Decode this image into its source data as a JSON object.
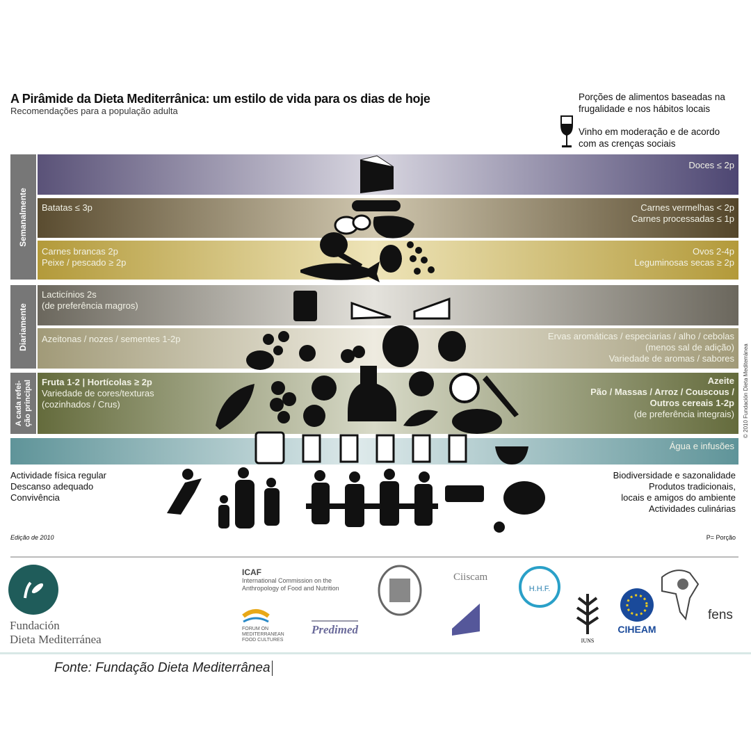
{
  "header": {
    "title": "A Pirâmide da Dieta Mediterrânica: um estilo de vida para os dias de hoje",
    "subtitle": "Recomendações para a população adulta",
    "note1": [
      "Porções de alimentos baseadas na",
      "frugalidade e nos hábitos locais"
    ],
    "note2": [
      "Vinho em moderação e de acordo",
      "com as crenças sociais"
    ]
  },
  "side_labels": {
    "weekly": "Semanalmente",
    "daily": "Diariamente",
    "meal": [
      "A cada refei-",
      "ção principal"
    ]
  },
  "bands": {
    "doces": {
      "right": "Doces ≤ 2p"
    },
    "carnes_verm": {
      "left": "Batatas ≤ 3p",
      "right": [
        "Carnes vermelhas < 2p",
        "Carnes processadas ≤ 1p"
      ]
    },
    "carnes_brancas": {
      "left": [
        "Carnes brancas 2p",
        "Peixe / pescado ≥ 2p"
      ],
      "right": [
        "Ovos 2-4p",
        "Leguminosas secas ≥ 2p"
      ]
    },
    "lacticinios": {
      "left": [
        "Lacticínios 2s",
        "(de preferência magros)"
      ]
    },
    "azeitonas": {
      "left": "Azeitonas / nozes / sementes 1-2p",
      "right": [
        "Ervas aromáticas / especiarias / alho / cebolas",
        "(menos sal de adição)",
        "Variedade de aromas / sabores"
      ]
    },
    "fruta": {
      "left": [
        "Fruta 1-2 | Hortícolas ≥ 2p",
        "Variedade de cores/texturas",
        "(cozinhados / Crus)"
      ],
      "right": [
        "Azeite",
        "Pão / Massas / Arroz / Couscous /",
        "Outros cereais 1-2p",
        "(de preferência integrais)"
      ]
    },
    "agua": {
      "right": "Água e infusões"
    }
  },
  "colors": {
    "doces": "#4d4672",
    "carnes_verm": "#54462a",
    "carnes_brancas": "#b39a3a",
    "lacticinios": "#6b675d",
    "azeitonas": "#a19a78",
    "fruta": "#646b3c",
    "agua": "#5f9499"
  },
  "lifestyle_left": [
    "Actividade física regular",
    "Descanso adequado",
    "Convivência"
  ],
  "lifestyle_right": [
    "Biodiversidade e sazonalidade",
    "Produtos tradicionais,",
    "locais e amigos do ambiente",
    "Actividades culinárias"
  ],
  "edition": "Edição de 2010",
  "legend_p": "P= Porção",
  "copyright": "© 2010 Fundación Dieta Mediterránea",
  "logos": {
    "fundacion": [
      "Fundación",
      "Dieta Mediterránea"
    ],
    "icaf": {
      "name": "ICAF",
      "desc": [
        "International Commission on the",
        "Anthropology of Food and Nutrition"
      ]
    },
    "ciiscam": "Ciiscam",
    "hhf": "H.H.F.",
    "predimed": "Predimed",
    "ciheam": "CIHEAM",
    "fens": "fens",
    "iuns": "IUNS",
    "forum": [
      "FORUM ON",
      "MEDITERRANEAN",
      "FOOD CULTURES"
    ]
  },
  "source": "Fonte: Fundação Dieta Mediterrânea"
}
